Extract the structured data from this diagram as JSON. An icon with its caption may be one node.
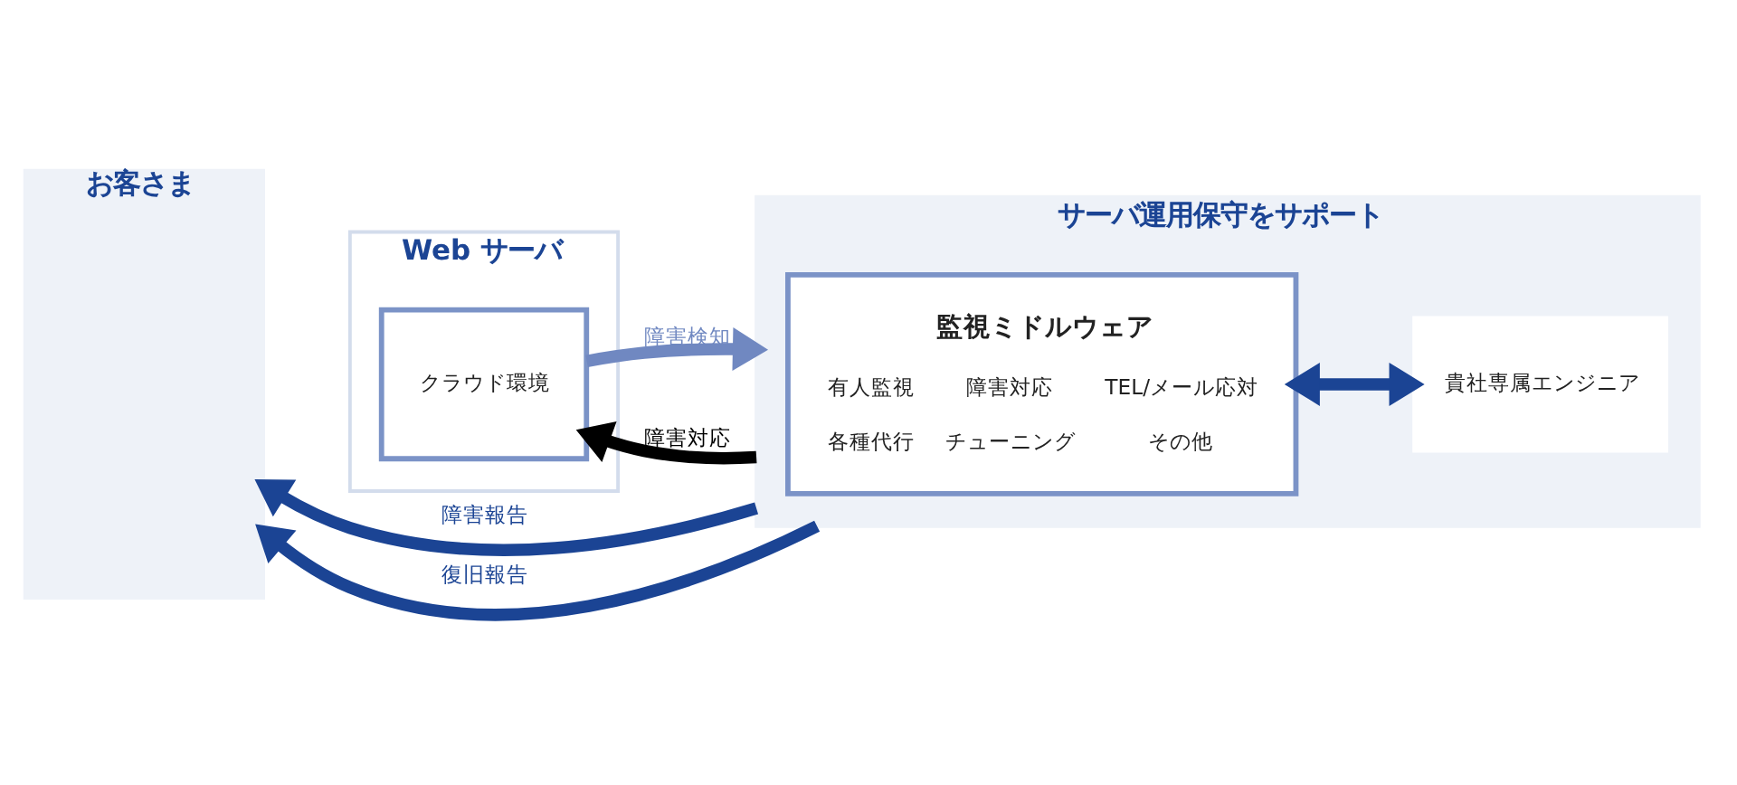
{
  "diagram": {
    "nodes": [
      {
        "text": [
          "お客さま"
        ]
      },
      {
        "text": [
          "Web サーバ"
        ]
      },
      {
        "text": [
          "サーバ運用保守をサポート"
        ]
      },
      {
        "text": [
          "クラウド環境"
        ],
        "in": 1
      },
      {
        "text": [
          "監視ミドルウェア",
          "有人監視",
          "障害対応",
          "TEL/メール応対",
          "各種代行",
          "チューニング",
          "その他"
        ],
        "in": 2
      },
      {
        "text": [
          "貴社専属エンジニア"
        ],
        "in": 2
      }
    ],
    "edges": [
      {
        "from": 2,
        "to": 0,
        "arrow": "to",
        "label": "障害報告"
      },
      {
        "from": 3,
        "to": 2,
        "arrow": "to",
        "label": "障害検知",
        "color": "#7088c1"
      },
      {
        "from": 2,
        "to": 3,
        "arrow": "to",
        "label": "障害対応",
        "color": "#000000"
      },
      {
        "from": 2,
        "to": 0,
        "arrow": "to",
        "label": "復旧報告"
      },
      {
        "from": 4,
        "to": 5,
        "arrow": "both"
      }
    ]
  }
}
